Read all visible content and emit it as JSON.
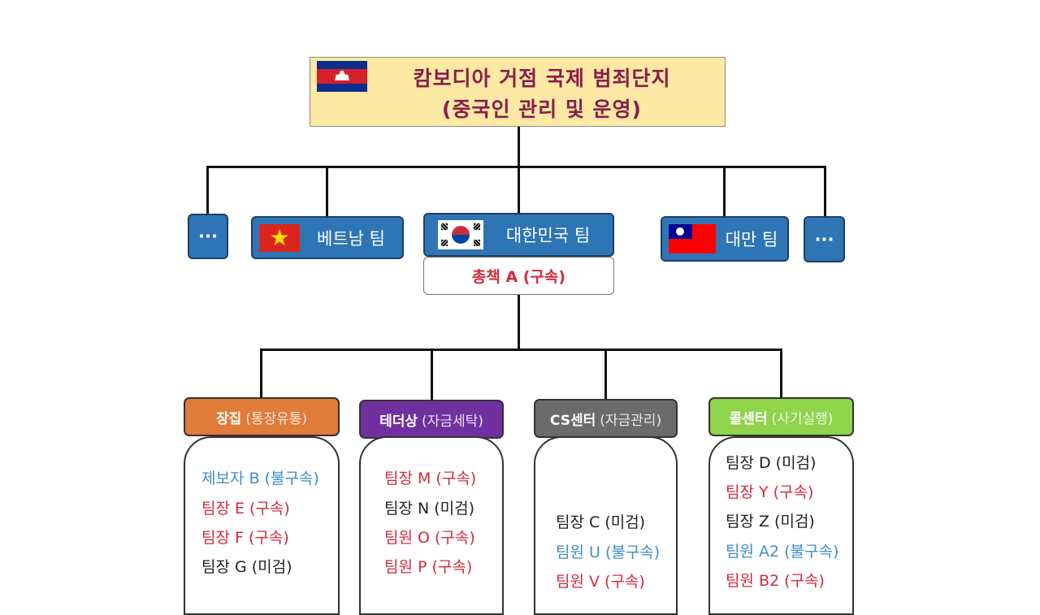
{
  "title": {
    "line1": "캄보디아 거점 국제 범죄단지",
    "line2": "(중국인 관리 및 운영)"
  },
  "teams": [
    {
      "label": "···"
    },
    {
      "label": "베트남 팀"
    },
    {
      "label": "대한민국 팀"
    },
    {
      "label": "대만 팀"
    },
    {
      "label": "···"
    }
  ],
  "boss": "총책 A (구속)",
  "categories": [
    {
      "name": "장집",
      "role": "(통장유통)",
      "color": "#e07b39",
      "members": [
        {
          "text": "제보자 B (불구속)",
          "status": "blue"
        },
        {
          "text": "팀장 E (구속)",
          "status": "red"
        },
        {
          "text": "팀장 F (구속)",
          "status": "red"
        },
        {
          "text": "팀장 G (미검)",
          "status": "black"
        }
      ]
    },
    {
      "name": "테더상",
      "role": "(자금세탁)",
      "color": "#7030a0",
      "members": [
        {
          "text": "팀장 M (구속)",
          "status": "red"
        },
        {
          "text": "팀장 N (미검)",
          "status": "black"
        },
        {
          "text": "팀원 O (구속)",
          "status": "red"
        },
        {
          "text": "팀원 P (구속)",
          "status": "red"
        }
      ]
    },
    {
      "name": "CS센터",
      "role": "(자금관리)",
      "color": "#6b6b6b",
      "members": [
        {
          "text": "팀장 C (미검)",
          "status": "black"
        },
        {
          "text": "팀원 U (불구속)",
          "status": "blue"
        },
        {
          "text": "팀원 V (구속)",
          "status": "red"
        }
      ]
    },
    {
      "name": "콜센터",
      "role": "(사기실행)",
      "color": "#8fd44a",
      "members": [
        {
          "text": "팀장 D (미검)",
          "status": "black"
        },
        {
          "text": "팀장 Y (구속)",
          "status": "red"
        },
        {
          "text": "팀장 Z (미검)",
          "status": "black"
        },
        {
          "text": "팀원 A2 (불구속)",
          "status": "blue"
        },
        {
          "text": "팀원 B2 (구속)",
          "status": "red"
        }
      ]
    }
  ]
}
